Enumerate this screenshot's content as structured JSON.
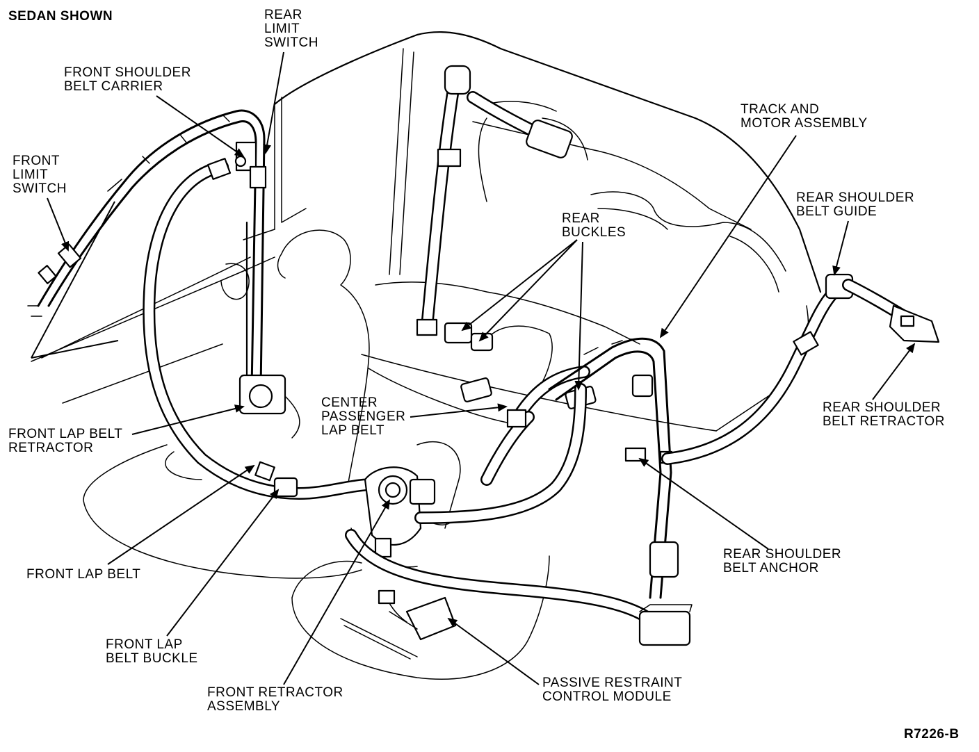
{
  "header": {
    "note": "SEDAN SHOWN"
  },
  "figure_code": "R7226-B",
  "labels": {
    "rear_limit_switch": [
      "REAR",
      "LIMIT",
      "SWITCH"
    ],
    "front_shoulder_belt_carrier": [
      "FRONT SHOULDER",
      "BELT CARRIER"
    ],
    "front_limit_switch": [
      "FRONT",
      "LIMIT",
      "SWITCH"
    ],
    "track_and_motor_assembly": [
      "TRACK AND",
      "MOTOR ASSEMBLY"
    ],
    "rear_buckles": [
      "REAR",
      "BUCKLES"
    ],
    "rear_shoulder_belt_guide": [
      "REAR SHOULDER",
      "BELT GUIDE"
    ],
    "center_passenger_lap_belt": [
      "CENTER",
      "PASSENGER",
      "LAP BELT"
    ],
    "rear_shoulder_belt_retractor": [
      "REAR SHOULDER",
      "BELT RETRACTOR"
    ],
    "front_lap_belt_retractor": [
      "FRONT LAP BELT",
      "RETRACTOR"
    ],
    "front_lap_belt": [
      "FRONT LAP BELT"
    ],
    "rear_shoulder_belt_anchor": [
      "REAR SHOULDER",
      "BELT ANCHOR"
    ],
    "front_lap_belt_buckle": [
      "FRONT LAP",
      "BELT BUCKLE"
    ],
    "front_retractor_assembly": [
      "FRONT RETRACTOR",
      "ASSEMBLY"
    ],
    "passive_restraint_control_module": [
      "PASSIVE RESTRAINT",
      "CONTROL MODULE"
    ]
  },
  "icons": {
    "leader_lines": "line-with-arrowhead",
    "components": "line-art"
  }
}
